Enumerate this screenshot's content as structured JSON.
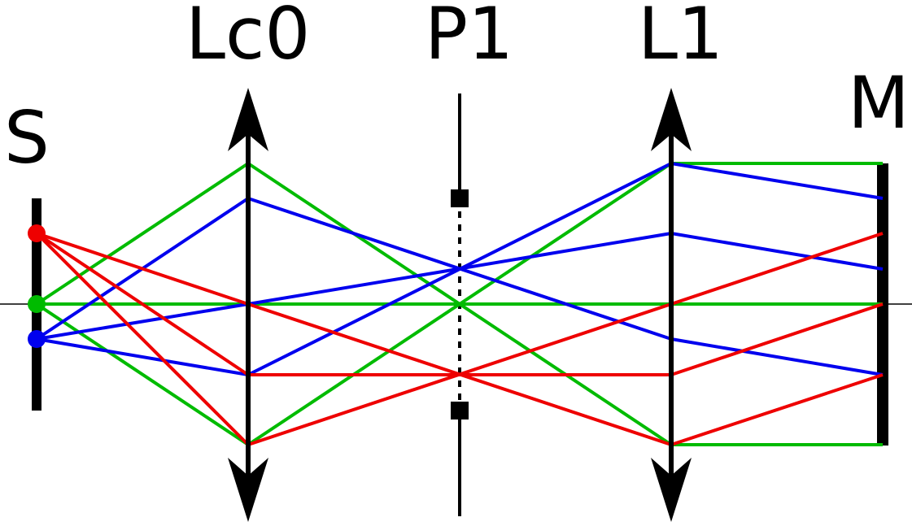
{
  "labels": {
    "source": "S",
    "condenser_lens": "Lc0",
    "pupil_plane": "P1",
    "lens": "L1",
    "mirror": "M"
  },
  "colors": {
    "red": "#ee0000",
    "green": "#00bb00",
    "blue": "#0000ee",
    "black": "#000000"
  }
}
